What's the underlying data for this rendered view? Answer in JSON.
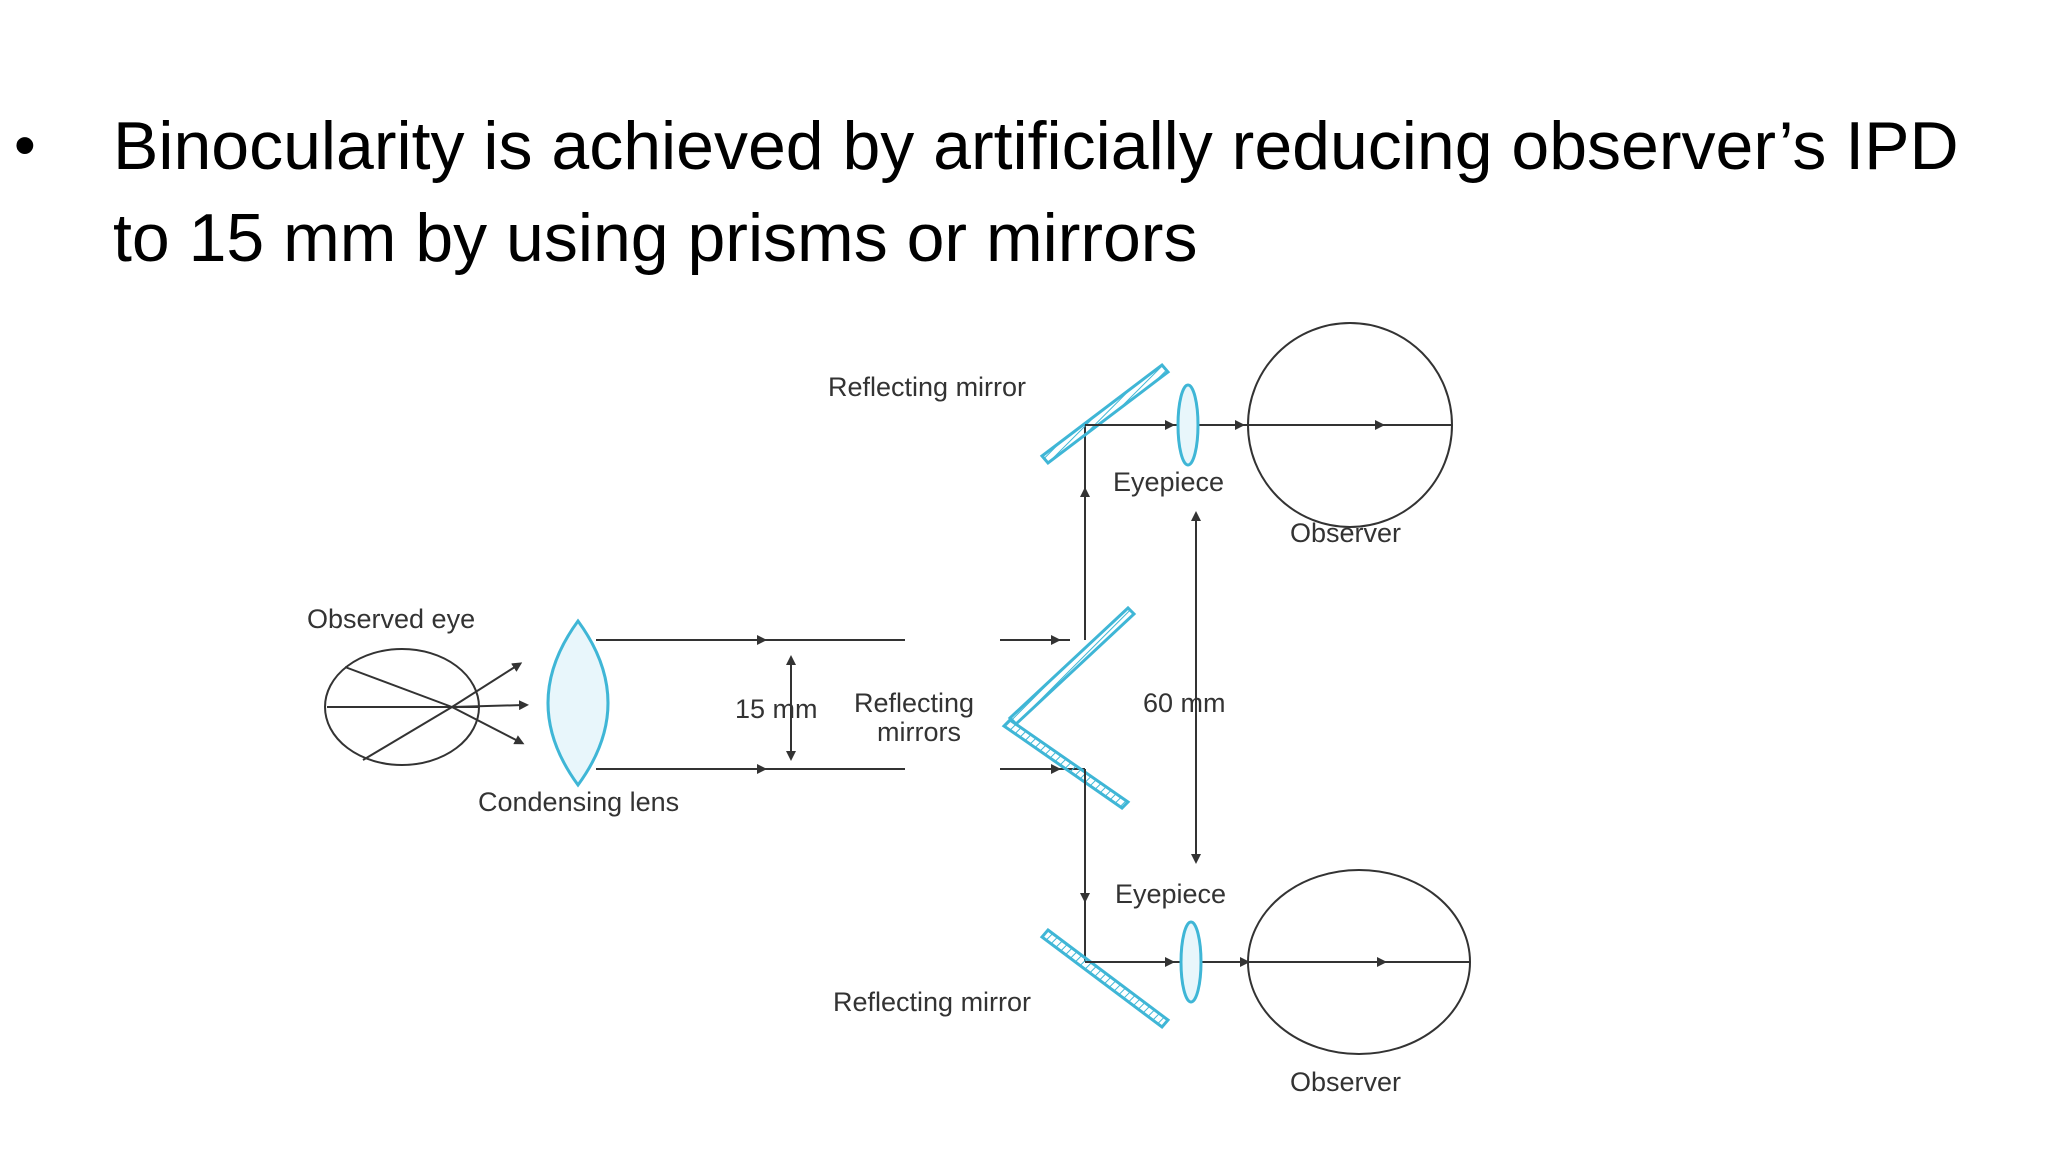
{
  "slide": {
    "bullet_symbol": "•",
    "bullet_line_1": "Binocularity is achieved by artificially reducing observer’s IPD",
    "bullet_line_2": "to 15 mm by using prisms or mirrors"
  },
  "diagram": {
    "labels": {
      "reflecting_mirror_top": "Reflecting mirror",
      "eyepiece_top": "Eyepiece",
      "observer_top": "Observer",
      "observed_eye": "Observed eye",
      "measure_15": "15 mm",
      "reflecting_mirrors_line1": "Reflecting",
      "reflecting_mirrors_line2": "mirrors",
      "measure_60": "60 mm",
      "condensing_lens": "Condensing lens",
      "eyepiece_bottom": "Eyepiece",
      "reflecting_mirror_bottom": "Reflecting mirror",
      "observer_bottom": "Observer"
    },
    "colors": {
      "line": "#333333",
      "optics": "#3fb6d6",
      "optics_fill": "#e8f6fb"
    }
  }
}
